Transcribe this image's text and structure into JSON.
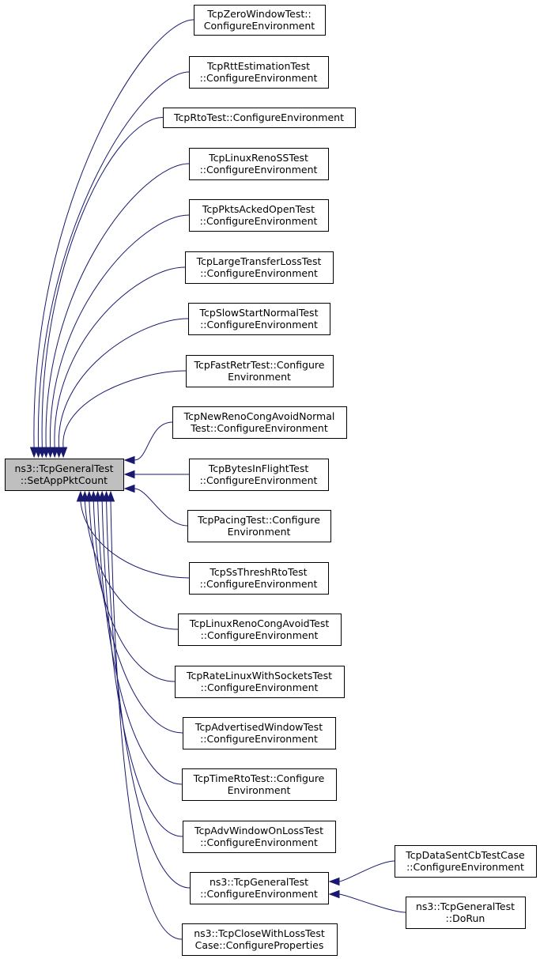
{
  "nodes": [
    {
      "id": "root",
      "lines": [
        "ns3::TcpGeneralTest",
        "::SetAppPktCount"
      ]
    },
    {
      "id": "n01",
      "lines": [
        "TcpZeroWindowTest::",
        "ConfigureEnvironment"
      ]
    },
    {
      "id": "n02",
      "lines": [
        "TcpRttEstimationTest",
        "::ConfigureEnvironment"
      ]
    },
    {
      "id": "n03",
      "lines": [
        "TcpRtoTest::ConfigureEnvironment"
      ]
    },
    {
      "id": "n04",
      "lines": [
        "TcpLinuxRenoSSTest",
        "::ConfigureEnvironment"
      ]
    },
    {
      "id": "n05",
      "lines": [
        "TcpPktsAckedOpenTest",
        "::ConfigureEnvironment"
      ]
    },
    {
      "id": "n06",
      "lines": [
        "TcpLargeTransferLossTest",
        "::ConfigureEnvironment"
      ]
    },
    {
      "id": "n07",
      "lines": [
        "TcpSlowStartNormalTest",
        "::ConfigureEnvironment"
      ]
    },
    {
      "id": "n08",
      "lines": [
        "TcpFastRetrTest::Configure",
        "Environment"
      ]
    },
    {
      "id": "n09",
      "lines": [
        "TcpNewRenoCongAvoidNormal",
        "Test::ConfigureEnvironment"
      ]
    },
    {
      "id": "n10",
      "lines": [
        "TcpBytesInFlightTest",
        "::ConfigureEnvironment"
      ]
    },
    {
      "id": "n11",
      "lines": [
        "TcpPacingTest::Configure",
        "Environment"
      ]
    },
    {
      "id": "n12",
      "lines": [
        "TcpSsThreshRtoTest",
        "::ConfigureEnvironment"
      ]
    },
    {
      "id": "n13",
      "lines": [
        "TcpLinuxRenoCongAvoidTest",
        "::ConfigureEnvironment"
      ]
    },
    {
      "id": "n14",
      "lines": [
        "TcpRateLinuxWithSocketsTest",
        "::ConfigureEnvironment"
      ]
    },
    {
      "id": "n15",
      "lines": [
        "TcpAdvertisedWindowTest",
        "::ConfigureEnvironment"
      ]
    },
    {
      "id": "n16",
      "lines": [
        "TcpTimeRtoTest::Configure",
        "Environment"
      ]
    },
    {
      "id": "n17",
      "lines": [
        "TcpAdvWindowOnLossTest",
        "::ConfigureEnvironment"
      ]
    },
    {
      "id": "n18",
      "lines": [
        "ns3::TcpGeneralTest",
        "::ConfigureEnvironment"
      ]
    },
    {
      "id": "n19",
      "lines": [
        "ns3::TcpCloseWithLossTest",
        "Case::ConfigureProperties"
      ]
    },
    {
      "id": "n20",
      "lines": [
        "TcpDataSentCbTestCase",
        "::ConfigureEnvironment"
      ]
    },
    {
      "id": "n21",
      "lines": [
        "ns3::TcpGeneralTest",
        "::DoRun"
      ]
    }
  ],
  "edges": [
    {
      "from": "n01",
      "to": "root"
    },
    {
      "from": "n02",
      "to": "root"
    },
    {
      "from": "n03",
      "to": "root"
    },
    {
      "from": "n04",
      "to": "root"
    },
    {
      "from": "n05",
      "to": "root"
    },
    {
      "from": "n06",
      "to": "root"
    },
    {
      "from": "n07",
      "to": "root"
    },
    {
      "from": "n08",
      "to": "root"
    },
    {
      "from": "n09",
      "to": "root"
    },
    {
      "from": "n10",
      "to": "root"
    },
    {
      "from": "n11",
      "to": "root"
    },
    {
      "from": "n12",
      "to": "root"
    },
    {
      "from": "n13",
      "to": "root"
    },
    {
      "from": "n14",
      "to": "root"
    },
    {
      "from": "n15",
      "to": "root"
    },
    {
      "from": "n16",
      "to": "root"
    },
    {
      "from": "n17",
      "to": "root"
    },
    {
      "from": "n18",
      "to": "root"
    },
    {
      "from": "n19",
      "to": "root"
    },
    {
      "from": "n20",
      "to": "n18"
    },
    {
      "from": "n21",
      "to": "n18"
    }
  ],
  "colors": {
    "edge": "#191970",
    "root_fill": "#bfbfbf",
    "node_fill": "#ffffff",
    "border": "#000000"
  }
}
